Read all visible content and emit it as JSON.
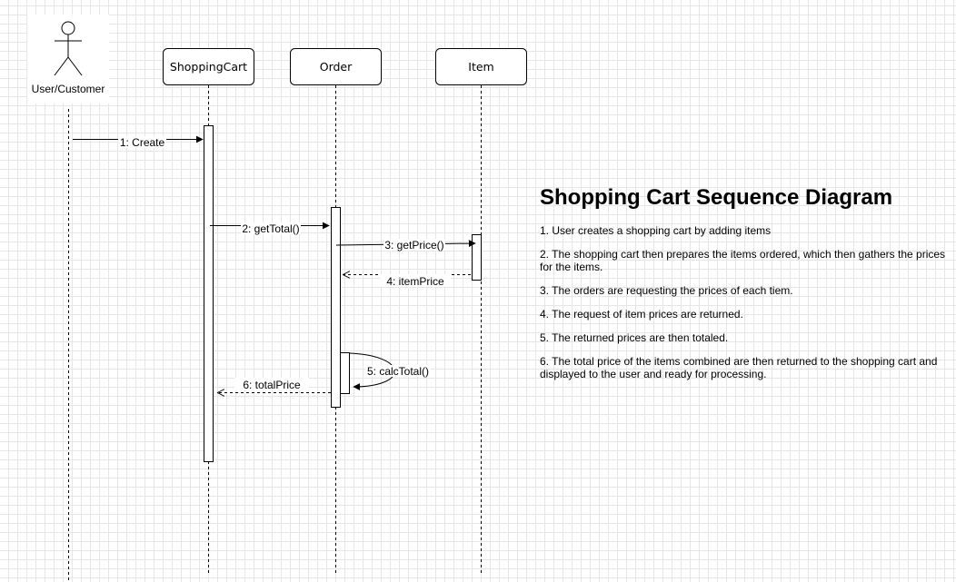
{
  "participants": {
    "actor": "User/Customer",
    "shopping_cart": "ShoppingCart",
    "order": "Order",
    "item": "Item"
  },
  "messages": [
    {
      "label": "1: Create",
      "kind": "call"
    },
    {
      "label": "2: getTotal()",
      "kind": "call"
    },
    {
      "label": "3: getPrice()",
      "kind": "call"
    },
    {
      "label": "4:  itemPrice",
      "kind": "return"
    },
    {
      "label": "5: calcTotal()",
      "kind": "self-call"
    },
    {
      "label": "6:  totalPrice",
      "kind": "return"
    }
  ],
  "notes": {
    "title": "Shopping Cart Sequence Diagram",
    "items": [
      "1. User creates a shopping cart by adding items",
      "2. The shopping cart then prepares the items ordered, which then gathers the prices for the items.",
      "3. The orders are requesting the prices of each tiem.",
      "4. The request of item prices are returned.",
      "5. The returned prices are then totaled.",
      "6. The total price of the items combined are then returned to the shopping cart and displayed to the user and ready for processing."
    ]
  }
}
